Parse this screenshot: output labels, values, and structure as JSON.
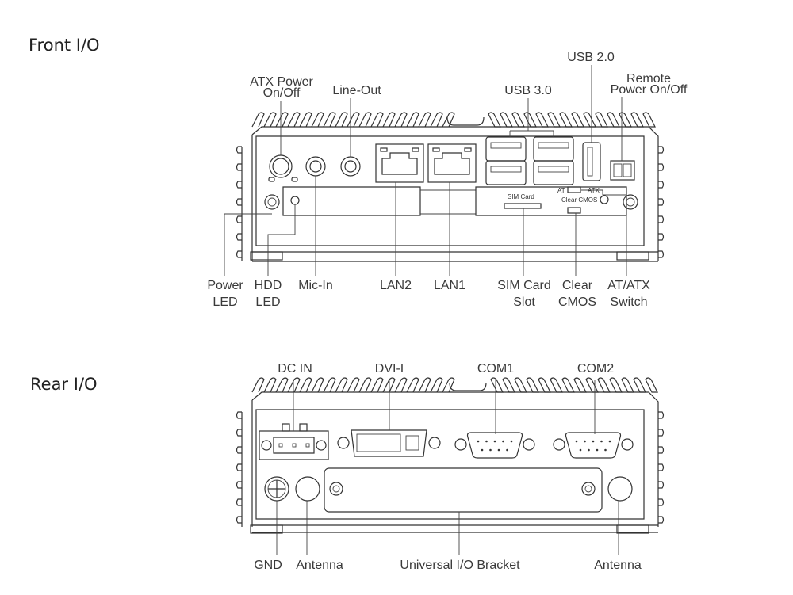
{
  "front": {
    "title": "Front I/O",
    "labels_top": {
      "atx_power": [
        "ATX Power",
        "On/Off"
      ],
      "line_out": "Line-Out",
      "usb30": "USB 3.0",
      "usb20": "USB 2.0",
      "remote_power": [
        "Remote",
        "Power On/Off"
      ]
    },
    "labels_bottom": {
      "power_led": [
        "Power",
        "LED"
      ],
      "hdd_led": [
        "HDD",
        "LED"
      ],
      "mic_in": "Mic-In",
      "lan2": "LAN2",
      "lan1": "LAN1",
      "sim_slot": [
        "SIM Card",
        "Slot"
      ],
      "clear_cmos": [
        "Clear",
        "CMOS"
      ],
      "at_atx_switch": [
        "AT/ATX",
        "Switch"
      ]
    },
    "panel_text": {
      "sim_card": "SIM Card",
      "at": "AT",
      "atx": "ATX",
      "clear_cmos": "Clear CMOS"
    }
  },
  "rear": {
    "title": "Rear I/O",
    "labels_top": {
      "dc_in": "DC IN",
      "dvi": "DVI-I",
      "com1": "COM1",
      "com2": "COM2"
    },
    "labels_bottom": {
      "gnd": "GND",
      "antenna_left": "Antenna",
      "io_bracket": "Universal I/O Bracket",
      "antenna_right": "Antenna"
    }
  }
}
